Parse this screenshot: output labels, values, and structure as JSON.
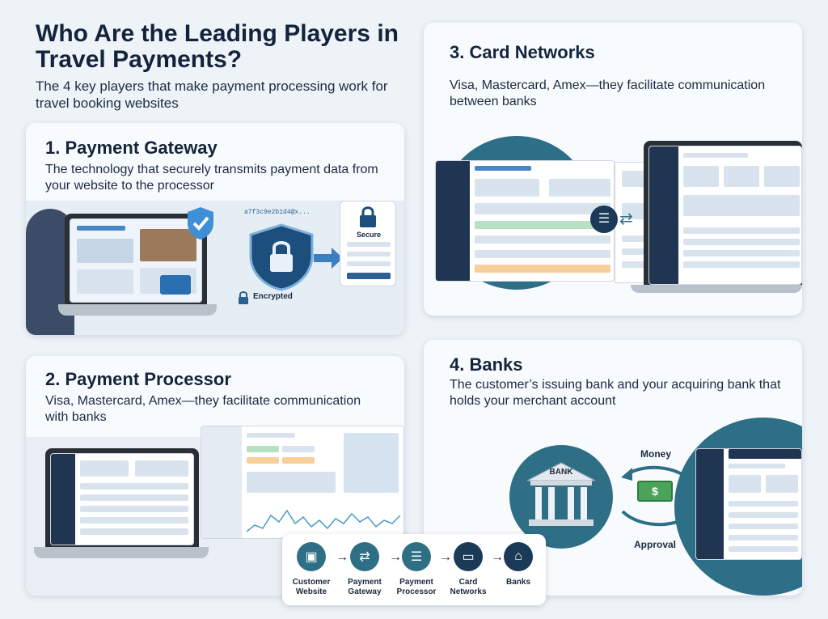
{
  "header": {
    "title": "Who Are the Leading Players in Travel Payments?",
    "subtitle": "The 4 key players that make payment processing work for travel booking websites"
  },
  "cards": {
    "gateway": {
      "title": "1. Payment Gateway",
      "description": "The technology that securely transmits payment data from your website to the processor",
      "secure_label": "Secure",
      "encrypted_label": "Encrypted",
      "encrypted_code": "a7f3c9e2b1d4@x..."
    },
    "networks": {
      "title": "3. Card Networks",
      "description": "Visa, Mastercard, Amex—they facilitate communication between banks"
    },
    "processor": {
      "title": "2. Payment Processor",
      "description": "Visa, Mastercard,  Amex—they facilitate communication with banks"
    },
    "banks": {
      "title": "4. Banks",
      "description": "The customer’s issuing bank and your acquiring bank that holds your merchant account",
      "bank_label": "BANK",
      "money_label": "Money",
      "approval_label": "Approval"
    }
  },
  "flow": [
    {
      "label": "Customer Website",
      "icon": "monitor-icon"
    },
    {
      "label": "Payment Gateway",
      "icon": "transfer-icon"
    },
    {
      "label": "Payment Processor",
      "icon": "processor-icon"
    },
    {
      "label": "Card Networks",
      "icon": "card-icon"
    },
    {
      "label": "Banks",
      "icon": "bank-icon"
    }
  ],
  "colors": {
    "accent": "#2f6f86",
    "navy": "#1b3a58",
    "background": "#eef3f8"
  }
}
